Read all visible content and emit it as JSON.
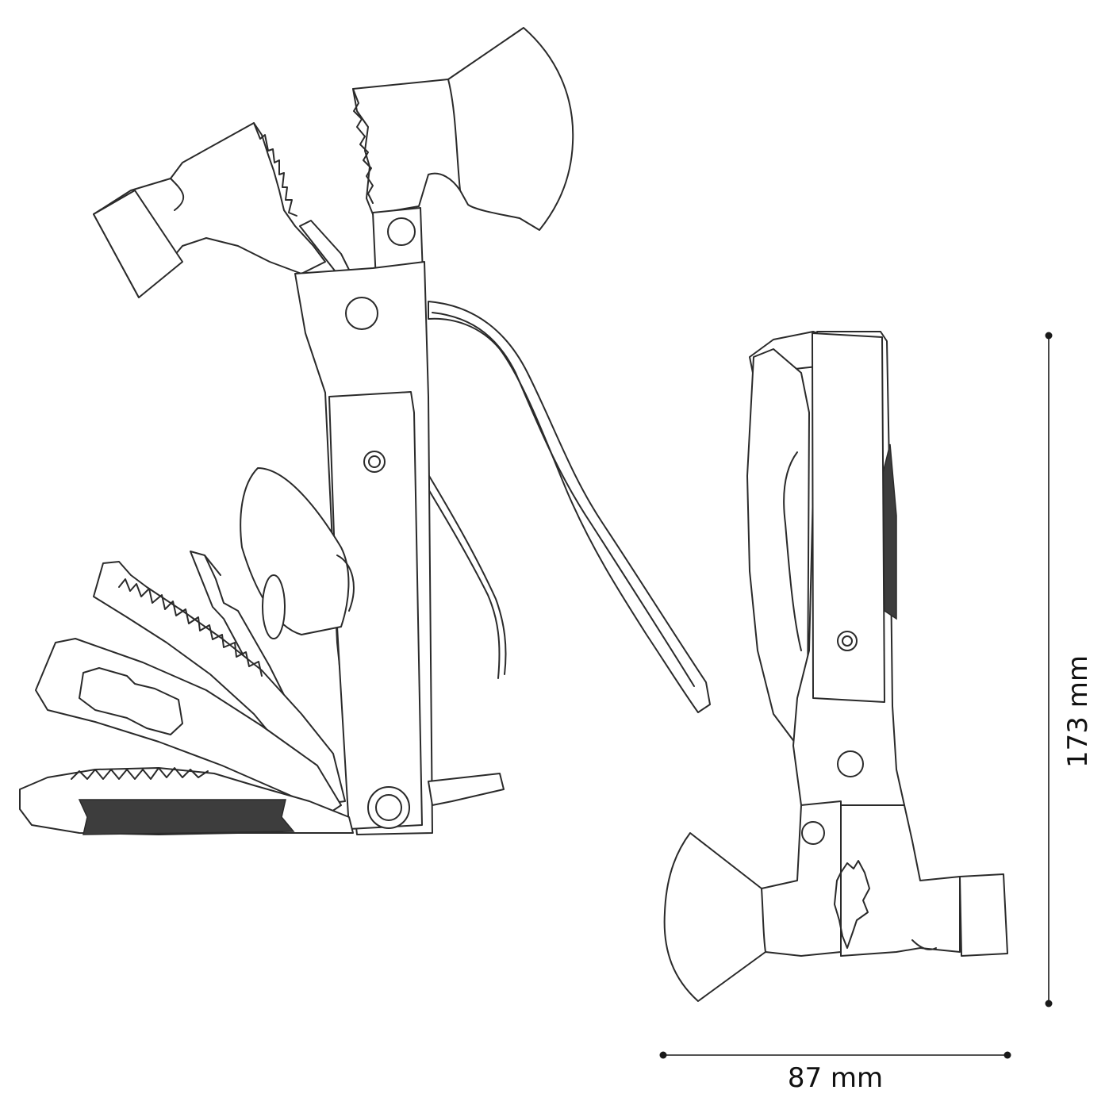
{
  "dimensions": {
    "width_label": "87 mm",
    "height_label": "173 mm",
    "width_mm": 87,
    "height_mm": 173
  },
  "views": {
    "unfolded": "multitool-unfolded",
    "folded": "multitool-folded"
  },
  "colors": {
    "line": "#2a2a2a",
    "fill_dark": "#3d3d3d",
    "background": "#ffffff"
  }
}
